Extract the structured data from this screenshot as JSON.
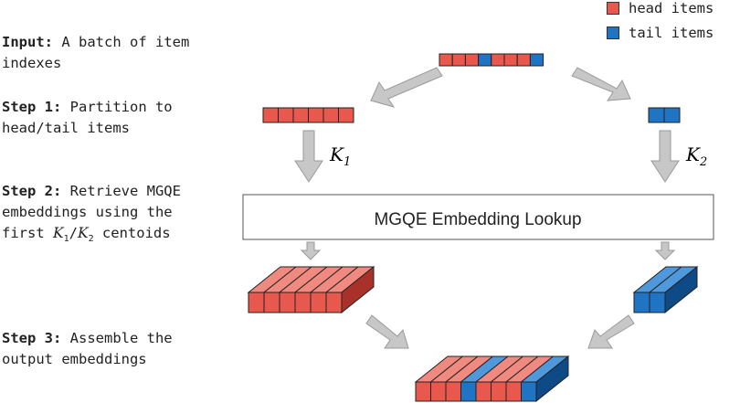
{
  "colors": {
    "head": "#e8584c",
    "tail": "#1f74c4",
    "arrow": "#c7c7c7"
  },
  "legend": [
    {
      "label": "head items",
      "kind": "head"
    },
    {
      "label": "tail items",
      "kind": "tail"
    }
  ],
  "steps": [
    {
      "bold": "Input:",
      "rest": " A batch of item",
      "line2": "indexes"
    },
    {
      "bold": "Step 1:",
      "rest": " Partition to",
      "line2": "head/tail items"
    },
    {
      "bold": "Step 2:",
      "rest": " Retrieve MGQE",
      "line2": "embeddings using the",
      "line3_pre": "first ",
      "line3_k1": "K",
      "line3_k1_sub": "1",
      "line3_slash": "/",
      "line3_k2": "K",
      "line3_k2_sub": "2",
      "line3_post": " centoids"
    },
    {
      "bold": "Step 3:",
      "rest": " Assemble the",
      "line2": "output embeddings"
    }
  ],
  "labels": {
    "k1": "K",
    "k1_sub": "1",
    "k2": "K",
    "k2_sub": "2",
    "lookup": "MGQE Embedding Lookup"
  },
  "sequences": {
    "input": [
      "head",
      "head",
      "head",
      "tail",
      "head",
      "head",
      "head",
      "tail"
    ],
    "head_partition": 6,
    "tail_partition": 2,
    "output": [
      "head",
      "head",
      "head",
      "tail",
      "head",
      "head",
      "head",
      "tail"
    ]
  }
}
